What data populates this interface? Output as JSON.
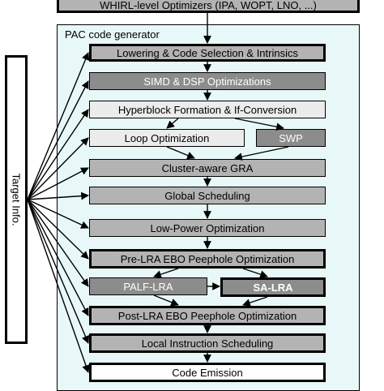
{
  "top": {
    "label": "WHIRL-level Optimizers (IPA, WOPT, LNO, ...)"
  },
  "pac": {
    "title": "PAC code generator"
  },
  "target": {
    "label": "Target Info."
  },
  "stages": {
    "lowering": "Lowering & Code Selection & Intrinsics",
    "simd": "SIMD & DSP Optimizations",
    "hyperblock": "Hyperblock Formation & If-Conversion",
    "loop": "Loop Optimization",
    "swp": "SWP",
    "gra": "Cluster-aware GRA",
    "global_sched": "Global Scheduling",
    "lowpower": "Low-Power Optimization",
    "pre_lra": "Pre-LRA EBO Peephole Optimization",
    "palf_lra": "PALF-LRA",
    "sa_lra": "SA-LRA",
    "post_lra": "Post-LRA EBO Peephole Optimization",
    "local_sched": "Local Instruction Scheduling",
    "emission": "Code Emission"
  }
}
